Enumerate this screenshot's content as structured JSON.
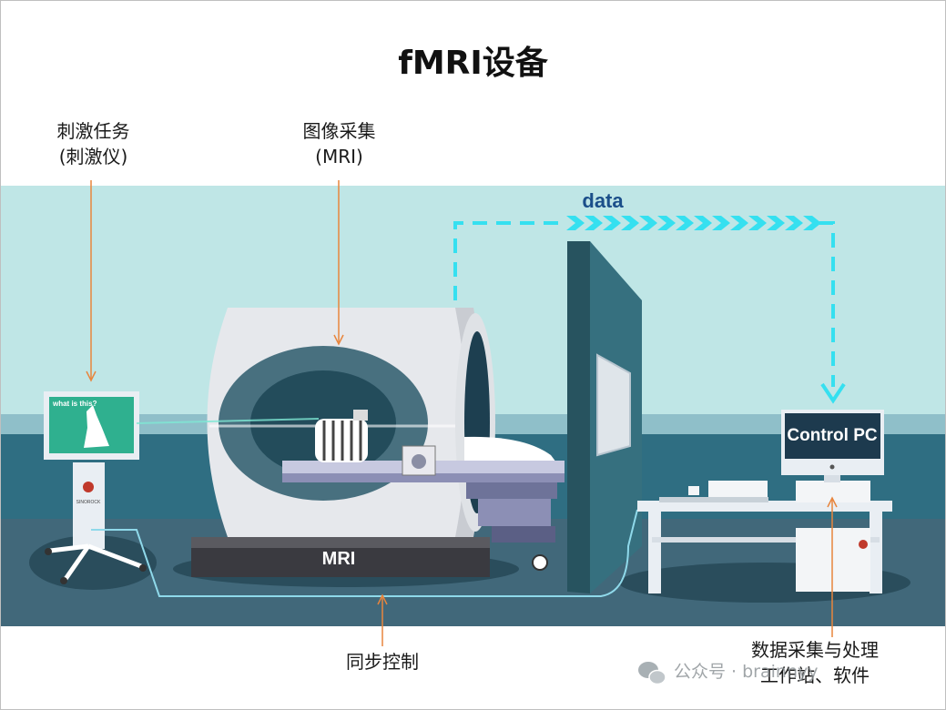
{
  "title": "fMRI设备",
  "labels": {
    "stimulus_line1": "刺激任务",
    "stimulus_line2": "(刺激仪)",
    "imaging_line1": "图像采集",
    "imaging_line2": "(MRI)",
    "sync": "同步控制",
    "workstation_line1": "数据采集与处理",
    "workstation_line2": "工作站、软件"
  },
  "diagram": {
    "data_flow_label": "data",
    "scanner_label": "MRI",
    "pc_screen_label": "Control PC",
    "monitor_caption": "what is this?",
    "stand_brand": "SINOROCK"
  },
  "watermark": {
    "text": "公众号 · brainnyy"
  },
  "colors": {
    "wall": "#bfe6e6",
    "floor": "#41687a",
    "data_arrow": "#35e0f0",
    "pointer": "#e8853d",
    "cable": "#8fd9ea"
  }
}
